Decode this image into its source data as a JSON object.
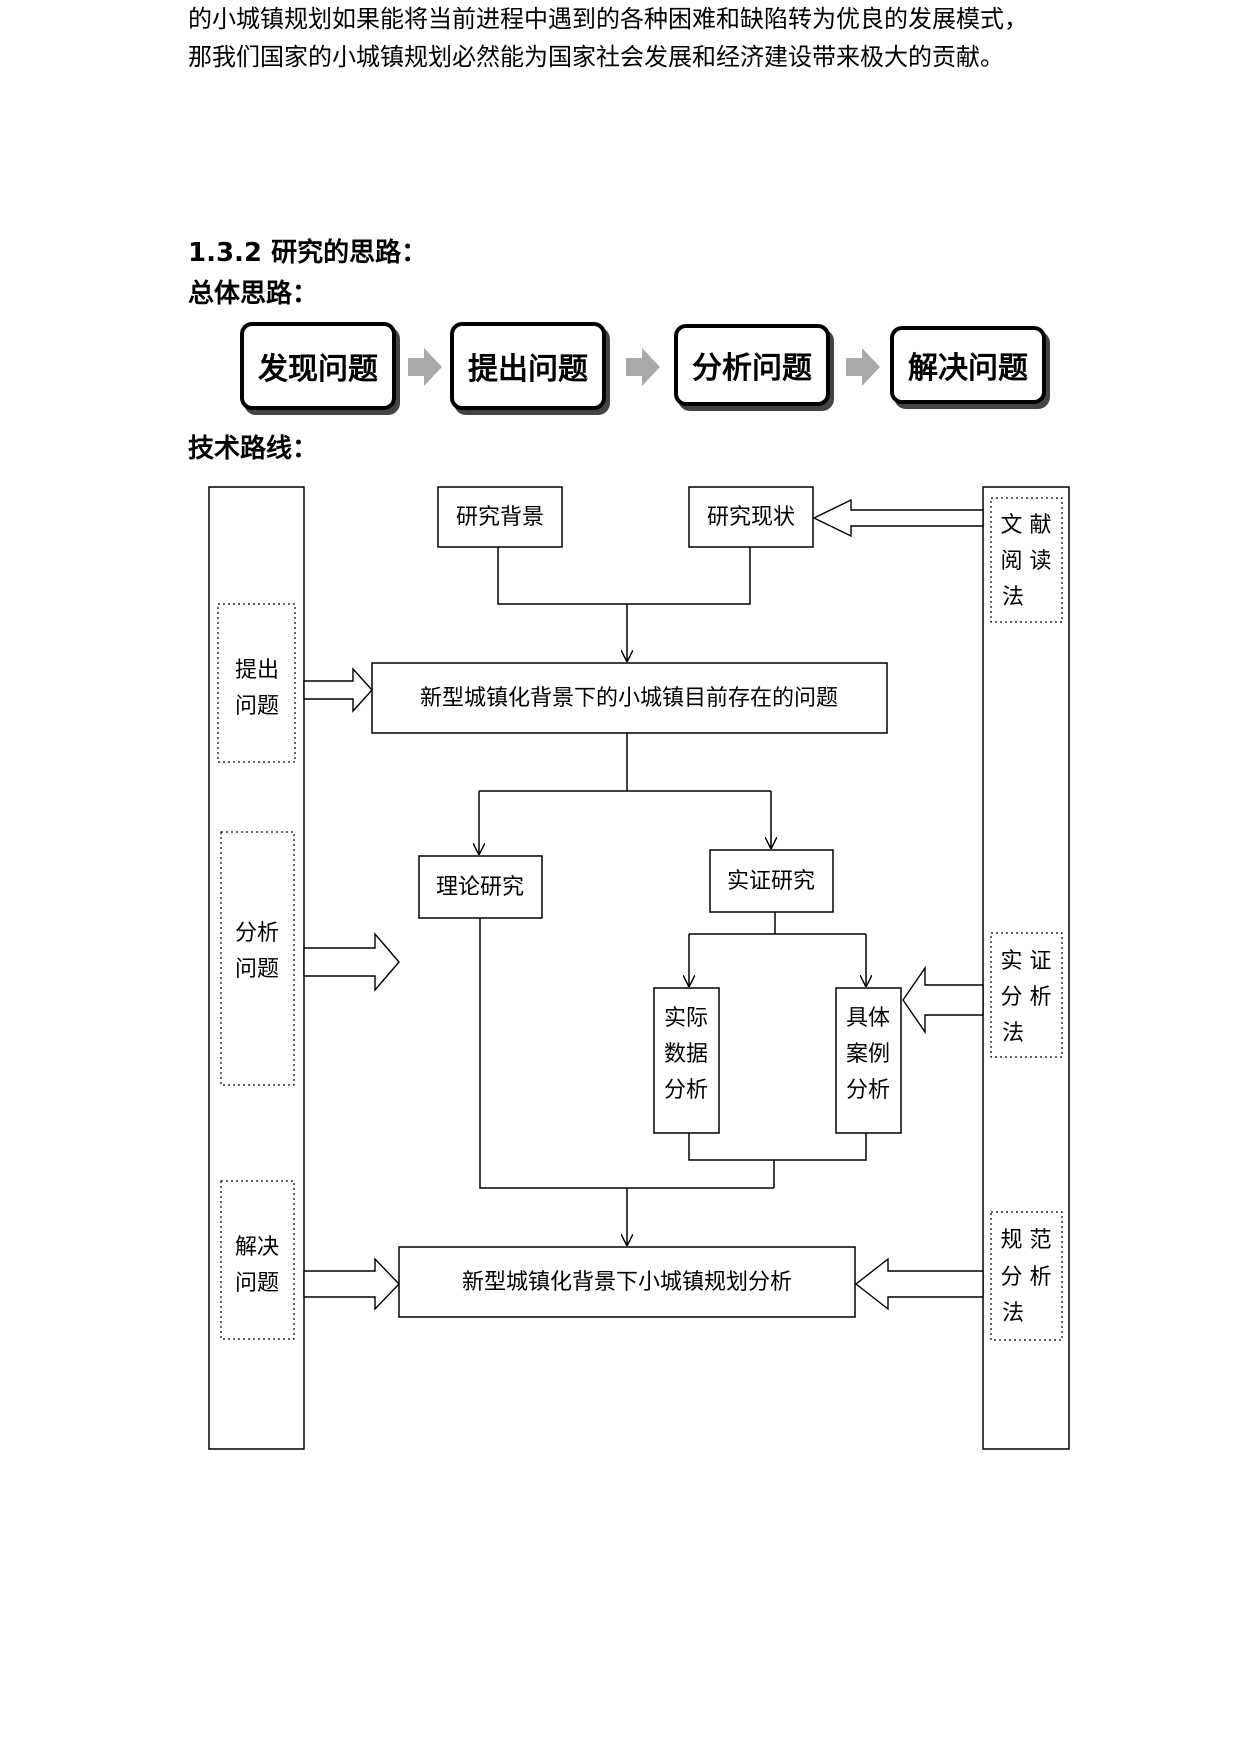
{
  "paragraph": {
    "lines": [
      "的小城镇规划如果能将当前进程中遇到的各种困难和缺陷转为优良的发展模式，",
      "那我们国家的小城镇规划必然能为国家社会发展和经济建设带来极大的贡献。"
    ]
  },
  "section_heading": "1.3.2 研究的思路：",
  "overall_heading": "总体思路：",
  "flow_steps": [
    "发现问题",
    "提出问题",
    "分析问题",
    "解决问题"
  ],
  "tech_heading": "技术路线：",
  "diagram": {
    "left_labels": [
      [
        "提出",
        "问题"
      ],
      [
        "分析",
        "问题"
      ],
      [
        "解决",
        "问题"
      ]
    ],
    "right_labels": [
      [
        "文 献",
        "阅 读",
        "法"
      ],
      [
        "实 证",
        "分 析",
        "法"
      ],
      [
        "规 范",
        "分 析",
        "法"
      ]
    ],
    "research_background": "研究背景",
    "research_status": "研究现状",
    "problems": "新型城镇化背景下的小城镇目前存在的问题",
    "theory": "理论研究",
    "empirical": "实证研究",
    "data_analysis": [
      "实际",
      "数据",
      "分析"
    ],
    "case_analysis": [
      "具体",
      "案例",
      "分析"
    ],
    "conclusion": "新型城镇化背景下小城镇规划分析"
  }
}
